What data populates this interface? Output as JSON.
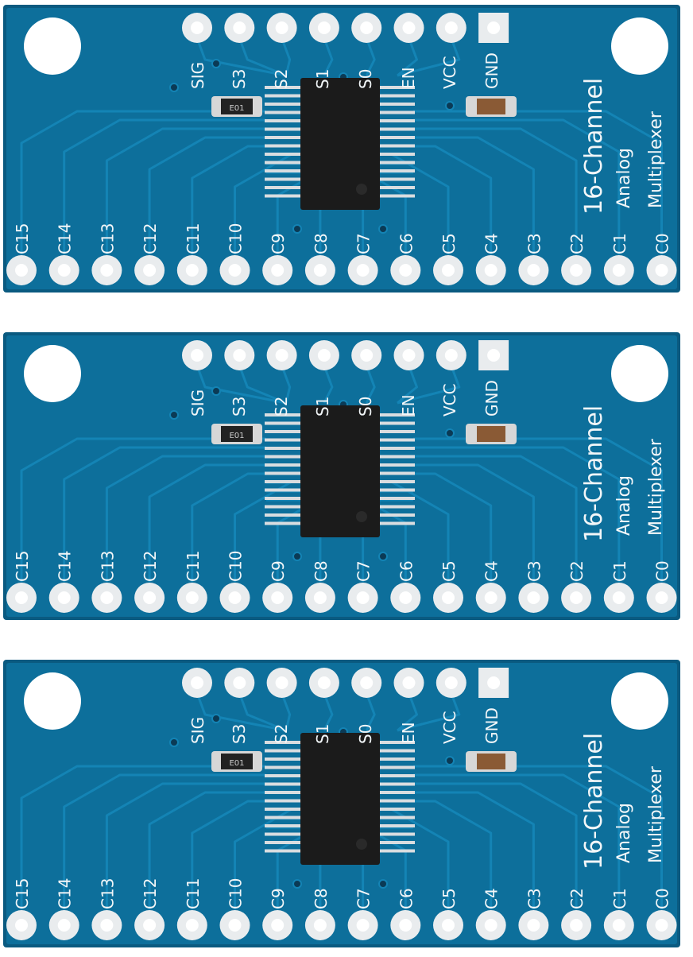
{
  "colors": {
    "pcb": "#0d6f9b",
    "pcb_edge": "#0a5a80",
    "trace": "#1484b5",
    "silkscreen": "#f2f6f8",
    "chip": "#1b1b1b",
    "pad": "#e9ecee"
  },
  "boards": [
    {
      "title": "16-Channel",
      "subtitle_1": "Analog",
      "subtitle_2": "Multiplexer",
      "top_pins": [
        "SIG",
        "S3",
        "S2",
        "S1",
        "S0",
        "EN",
        "VCC",
        "GND"
      ],
      "bottom_pins": [
        "C15",
        "C14",
        "C13",
        "C12",
        "C11",
        "C10",
        "C9",
        "C8",
        "C7",
        "C6",
        "C5",
        "C4",
        "C3",
        "C2",
        "C1",
        "C0"
      ],
      "resistor_code": "E01"
    },
    {
      "title": "16-Channel",
      "subtitle_1": "Analog",
      "subtitle_2": "Multiplexer",
      "top_pins": [
        "SIG",
        "S3",
        "S2",
        "S1",
        "S0",
        "EN",
        "VCC",
        "GND"
      ],
      "bottom_pins": [
        "C15",
        "C14",
        "C13",
        "C12",
        "C11",
        "C10",
        "C9",
        "C8",
        "C7",
        "C6",
        "C5",
        "C4",
        "C3",
        "C2",
        "C1",
        "C0"
      ],
      "resistor_code": "E01"
    },
    {
      "title": "16-Channel",
      "subtitle_1": "Analog",
      "subtitle_2": "Multiplexer",
      "top_pins": [
        "SIG",
        "S3",
        "S2",
        "S1",
        "S0",
        "EN",
        "VCC",
        "GND"
      ],
      "bottom_pins": [
        "C15",
        "C14",
        "C13",
        "C12",
        "C11",
        "C10",
        "C9",
        "C8",
        "C7",
        "C6",
        "C5",
        "C4",
        "C3",
        "C2",
        "C1",
        "C0"
      ],
      "resistor_code": "E01"
    }
  ]
}
